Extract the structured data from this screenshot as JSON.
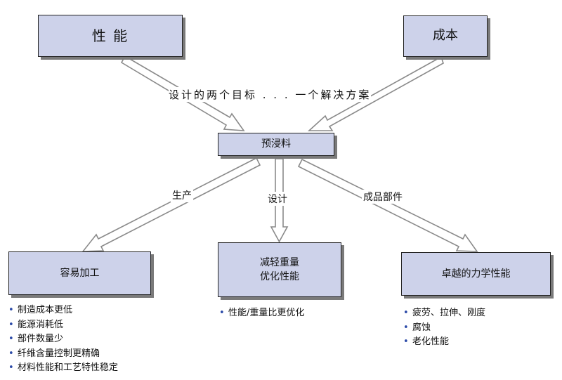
{
  "top_left_box": "性 能",
  "top_right_box": "成本",
  "center_caption": "设计的两个目标 . . . 一个解决方案",
  "center_box": "预浸料",
  "edge_labels": {
    "left": "生产",
    "middle": "设计",
    "right": "成品部件"
  },
  "bottom_left_box": "容易加工",
  "bottom_middle_box": {
    "line1": "减轻重量",
    "line2": "优化性能"
  },
  "bottom_right_box": "卓越的力学性能",
  "left_bullets": [
    "制造成本更低",
    "能源消耗低",
    "部件数量少",
    "纤维含量控制更精确",
    "材料性能和工艺特性稳定"
  ],
  "middle_bullets": [
    "性能/重量比更优化"
  ],
  "right_bullets": [
    "疲劳、拉伸、刚度",
    "腐蚀",
    "老化性能"
  ],
  "colors": {
    "box_fill": "#cdd2ea",
    "box_border": "#222222",
    "box_shadow": "#7a7a7a",
    "arrow_outline": "#8a8a8a",
    "bullet": "#2b4aa8"
  }
}
